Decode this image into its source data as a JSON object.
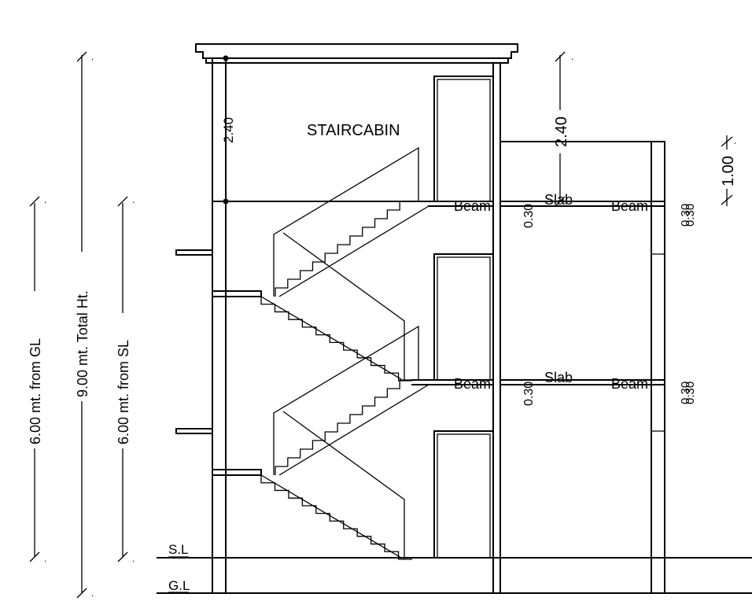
{
  "drawing": {
    "room_label": "STAIRCABIN",
    "levels": {
      "sl": "S.L",
      "gl": "G.L"
    },
    "dimensions": {
      "from_gl": "6.00 mt. from GL",
      "total_ht": "9.00 mt. Total Ht.",
      "from_sl": "6.00 mt. from SL",
      "cabin_height_inner": "2.40",
      "cabin_height_outer": "2.40",
      "parapet": "1.00",
      "slab_depth": "0.30",
      "beam_depth": "0.30"
    },
    "labels": {
      "beam": "Beam",
      "slab": "Slab"
    }
  }
}
